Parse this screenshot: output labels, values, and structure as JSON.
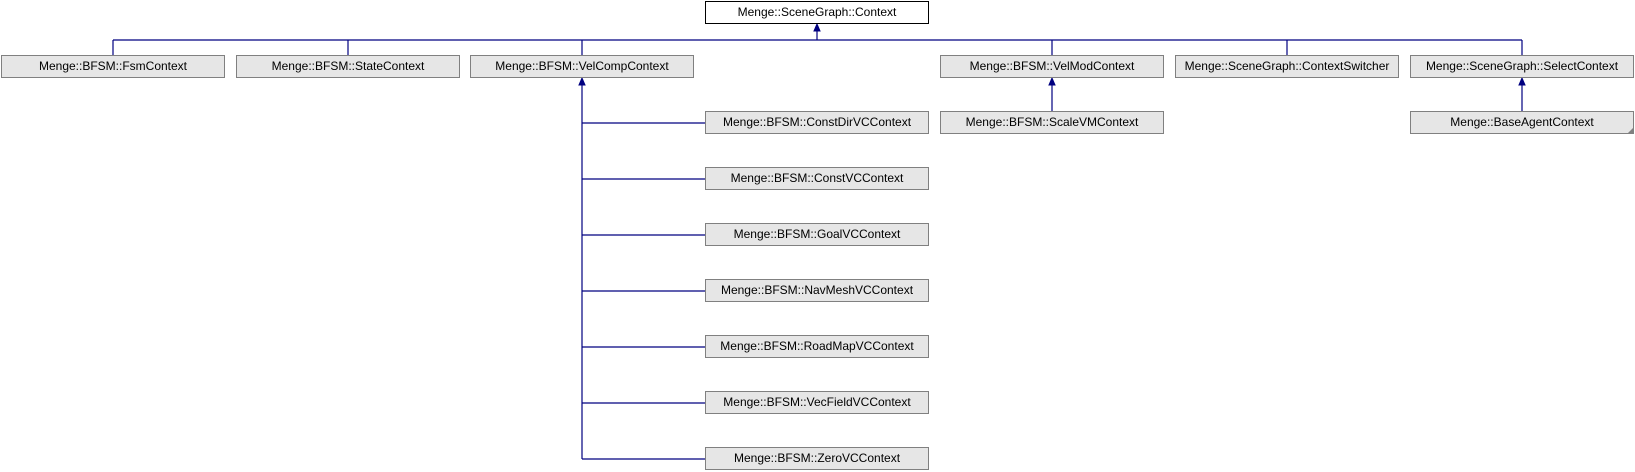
{
  "diagram": {
    "edge_color": "#000080",
    "node_fill": "#e6e6e6",
    "root_fill": "#ffffff",
    "root": "Menge::SceneGraph::Context",
    "level1": [
      "Menge::BFSM::FsmContext",
      "Menge::BFSM::StateContext",
      "Menge::BFSM::VelCompContext",
      "Menge::BFSM::VelModContext",
      "Menge::SceneGraph::ContextSwitcher",
      "Menge::SceneGraph::SelectContext"
    ],
    "velcomp_children": [
      "Menge::BFSM::ConstDirVCContext",
      "Menge::BFSM::ConstVCContext",
      "Menge::BFSM::GoalVCContext",
      "Menge::BFSM::NavMeshVCContext",
      "Menge::BFSM::RoadMapVCContext",
      "Menge::BFSM::VecFieldVCContext",
      "Menge::BFSM::ZeroVCContext"
    ],
    "velmod_children": [
      "Menge::BFSM::ScaleVMContext"
    ],
    "select_children": [
      "Menge::BaseAgentContext"
    ]
  }
}
